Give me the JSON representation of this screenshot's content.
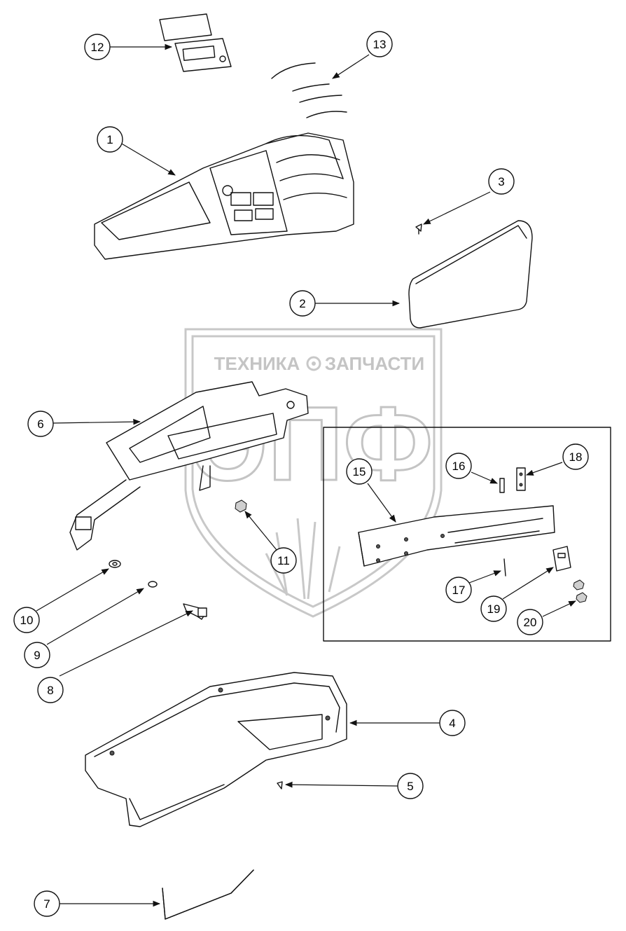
{
  "watermark": {
    "text_left": "ТЕХНИКА",
    "text_right": "ЗАПЧАСТИ",
    "logo": "ЭПФ"
  },
  "callouts": [
    {
      "id": "c1",
      "label": "1"
    },
    {
      "id": "c2",
      "label": "2"
    },
    {
      "id": "c3",
      "label": "3"
    },
    {
      "id": "c4",
      "label": "4"
    },
    {
      "id": "c5",
      "label": "5"
    },
    {
      "id": "c6",
      "label": "6"
    },
    {
      "id": "c7",
      "label": "7"
    },
    {
      "id": "c8",
      "label": "8"
    },
    {
      "id": "c9",
      "label": "9"
    },
    {
      "id": "c10",
      "label": "10"
    },
    {
      "id": "c11",
      "label": "11"
    },
    {
      "id": "c12",
      "label": "12"
    },
    {
      "id": "c13",
      "label": "13"
    },
    {
      "id": "c15",
      "label": "15"
    },
    {
      "id": "c16",
      "label": "16"
    },
    {
      "id": "c17",
      "label": "17"
    },
    {
      "id": "c18",
      "label": "18"
    },
    {
      "id": "c19",
      "label": "19"
    },
    {
      "id": "c20",
      "label": "20"
    }
  ]
}
